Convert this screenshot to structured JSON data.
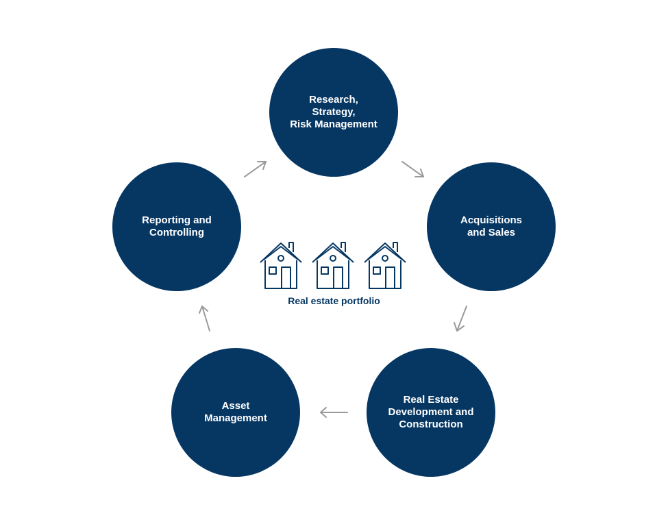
{
  "diagram": {
    "nodes": [
      {
        "id": "research",
        "label": "Research,\nStrategy,\nRisk Management"
      },
      {
        "id": "acquisitions",
        "label": "Acquisitions\nand Sales"
      },
      {
        "id": "development",
        "label": "Real Estate\nDevelopment and\nConstruction"
      },
      {
        "id": "asset",
        "label": "Asset\nManagement"
      },
      {
        "id": "reporting",
        "label": "Reporting and\nControlling"
      }
    ],
    "center_label": "Real estate portfolio",
    "center_icon": "house-icon",
    "cycle_order": [
      "research",
      "acquisitions",
      "development",
      "asset",
      "reporting"
    ],
    "colors": {
      "node_fill": "#063763",
      "node_text": "#ffffff",
      "arrow": "#9a9a9a",
      "icon": "#063763"
    }
  }
}
